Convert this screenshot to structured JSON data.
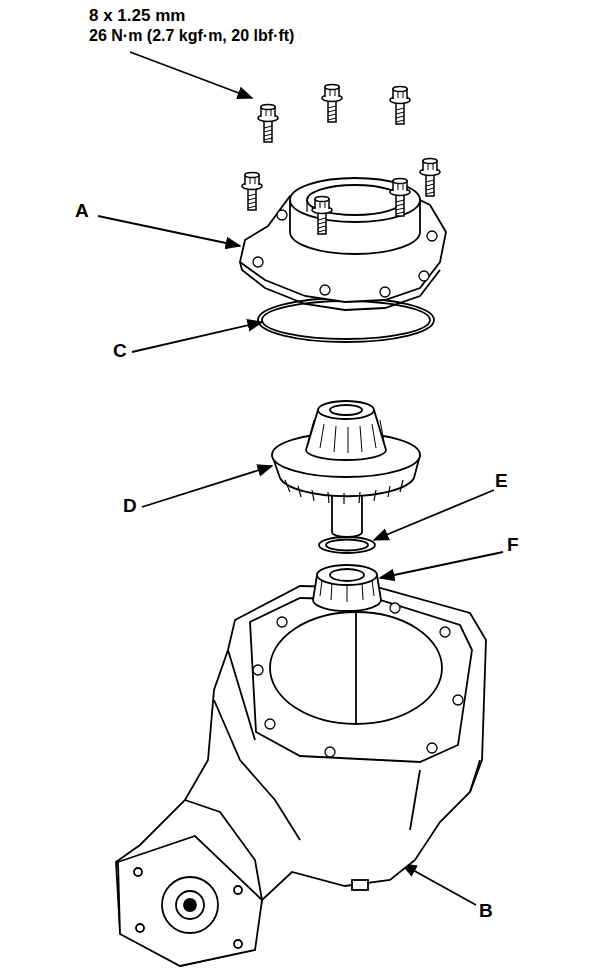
{
  "diagram": {
    "labels": [
      "8 x 1.25 mm",
      "26 N·m (2.7 kgf·m, 20 lbf·ft)",
      "A",
      "B",
      "C",
      "D",
      "E",
      "F"
    ]
  }
}
